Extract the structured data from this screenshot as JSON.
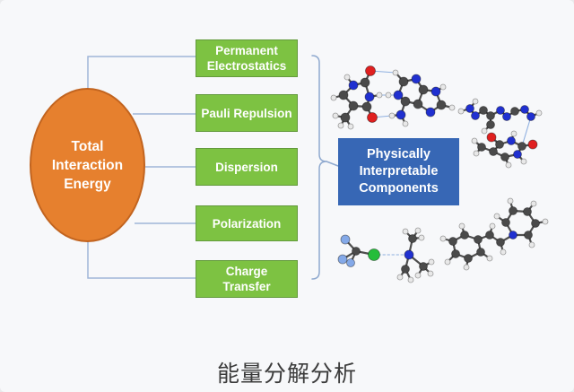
{
  "colors": {
    "background": "#f7f8fa",
    "ellipse_fill": "#e6802e",
    "ellipse_border": "#c2641f",
    "box_fill": "#7dc242",
    "box_border": "#639a3c",
    "blue_fill": "#3767b5",
    "connector": "#9fb6d8",
    "brace": "#8fa9cf",
    "caption_color": "#3b3b3b",
    "bond": "#4f4f4f",
    "hbond": "#8fb0e0"
  },
  "ellipse": {
    "label": "Total\nInteraction\nEnergy"
  },
  "boxes": [
    {
      "label": "Permanent\nElectrostatics"
    },
    {
      "label": "Pauli Repulsion"
    },
    {
      "label": "Dispersion"
    },
    {
      "label": "Polarization"
    },
    {
      "label": "Charge\nTransfer"
    }
  ],
  "result_box": {
    "label": "Physically\nInterpretable\nComponents"
  },
  "caption": "能量分解分析",
  "atom_colors": {
    "C": "#4a4a4a",
    "H": "#e8e8e8",
    "N": "#2030d0",
    "O": "#e02020",
    "F": "#84a9e8",
    "Cl": "#25bd3a"
  },
  "molecules": [
    {
      "name": "base-pair-hbonded-molecule",
      "hstyle": "solid",
      "atoms": [
        [
          387,
          86,
          3,
          "H"
        ],
        [
          394,
          95,
          5,
          "N"
        ],
        [
          407,
          92,
          5,
          "C"
        ],
        [
          413,
          79,
          5.5,
          "O"
        ],
        [
          383,
          106,
          5,
          "C"
        ],
        [
          372,
          109,
          3,
          "H"
        ],
        [
          412,
          108,
          5,
          "N"
        ],
        [
          423,
          106,
          3,
          "H"
        ],
        [
          394,
          118,
          5,
          "C"
        ],
        [
          385,
          131,
          5,
          "C"
        ],
        [
          374,
          129,
          3,
          "H"
        ],
        [
          380,
          140,
          3,
          "H"
        ],
        [
          391,
          141,
          3,
          "H"
        ],
        [
          409,
          119,
          5,
          "C"
        ],
        [
          415,
          131,
          5.5,
          "O"
        ],
        [
          433,
          106,
          3,
          "H"
        ],
        [
          441,
          81,
          3,
          "H"
        ],
        [
          437,
          129,
          3,
          "H"
        ],
        [
          444,
          106,
          5,
          "N"
        ],
        [
          450,
          91,
          5,
          "C"
        ],
        [
          464,
          88,
          5,
          "N"
        ],
        [
          472,
          100,
          5,
          "C"
        ],
        [
          466,
          116,
          5,
          "C"
        ],
        [
          452,
          113,
          5,
          "C"
        ],
        [
          447,
          128,
          5,
          "N"
        ],
        [
          452,
          138,
          3,
          "H"
        ],
        [
          486,
          102,
          5,
          "N"
        ],
        [
          494,
          97,
          3,
          "H"
        ],
        [
          492,
          117,
          5,
          "C"
        ],
        [
          504,
          120,
          3,
          "H"
        ],
        [
          480,
          125,
          5,
          "N"
        ]
      ],
      "bonds": [
        [
          0,
          1
        ],
        [
          1,
          2
        ],
        [
          2,
          3
        ],
        [
          1,
          4
        ],
        [
          4,
          5
        ],
        [
          2,
          6
        ],
        [
          6,
          7
        ],
        [
          6,
          13
        ],
        [
          13,
          8
        ],
        [
          8,
          4
        ],
        [
          8,
          9
        ],
        [
          9,
          10
        ],
        [
          9,
          11
        ],
        [
          9,
          12
        ],
        [
          13,
          14
        ],
        [
          18,
          19
        ],
        [
          19,
          20
        ],
        [
          20,
          21
        ],
        [
          21,
          22
        ],
        [
          22,
          23
        ],
        [
          23,
          18
        ],
        [
          19,
          16
        ],
        [
          21,
          26
        ],
        [
          26,
          27
        ],
        [
          26,
          28
        ],
        [
          28,
          29
        ],
        [
          28,
          30
        ],
        [
          30,
          22
        ],
        [
          23,
          24
        ],
        [
          24,
          25
        ],
        [
          24,
          17
        ]
      ],
      "hbonds": [
        [
          3,
          16
        ],
        [
          7,
          18
        ],
        [
          14,
          17
        ]
      ]
    },
    {
      "name": "stacked-base-pair-molecule",
      "hstyle": "solid",
      "atoms": [
        [
          514,
          124,
          3,
          "H"
        ],
        [
          524,
          121,
          4.5,
          "N"
        ],
        [
          530,
          129,
          4.5,
          "N"
        ],
        [
          539,
          123,
          4.5,
          "C"
        ],
        [
          547,
          129,
          4.5,
          "C"
        ],
        [
          558,
          123,
          4.5,
          "N"
        ],
        [
          565,
          130,
          4.5,
          "N"
        ],
        [
          574,
          124,
          4.5,
          "C"
        ],
        [
          585,
          122,
          4.5,
          "N"
        ],
        [
          592,
          130,
          4.5,
          "N"
        ],
        [
          601,
          126,
          3,
          "H"
        ],
        [
          530,
          113,
          3,
          "H"
        ],
        [
          547,
          139,
          4.5,
          "C"
        ],
        [
          540,
          146,
          3,
          "H"
        ],
        [
          548,
          153,
          5,
          "O"
        ],
        [
          557,
          161,
          4.5,
          "C"
        ],
        [
          570,
          157,
          4.5,
          "N"
        ],
        [
          573,
          149,
          3,
          "H"
        ],
        [
          582,
          163,
          4.5,
          "C"
        ],
        [
          594,
          161,
          5,
          "O"
        ],
        [
          577,
          172,
          4.5,
          "N"
        ],
        [
          584,
          180,
          3,
          "H"
        ],
        [
          563,
          175,
          4.5,
          "C"
        ],
        [
          567,
          184,
          3,
          "H"
        ],
        [
          550,
          169,
          4.5,
          "C"
        ],
        [
          537,
          164,
          4.5,
          "C"
        ],
        [
          529,
          157,
          3,
          "H"
        ],
        [
          531,
          171,
          3,
          "H"
        ]
      ],
      "bonds": [
        [
          0,
          1
        ],
        [
          1,
          2
        ],
        [
          2,
          3
        ],
        [
          3,
          4
        ],
        [
          4,
          5
        ],
        [
          5,
          6
        ],
        [
          6,
          7
        ],
        [
          7,
          8
        ],
        [
          8,
          9
        ],
        [
          9,
          10
        ],
        [
          1,
          11
        ],
        [
          4,
          12
        ],
        [
          12,
          13
        ],
        [
          14,
          15
        ],
        [
          15,
          16
        ],
        [
          16,
          17
        ],
        [
          16,
          18
        ],
        [
          18,
          19
        ],
        [
          18,
          20
        ],
        [
          20,
          21
        ],
        [
          20,
          22
        ],
        [
          22,
          23
        ],
        [
          22,
          24
        ],
        [
          24,
          25
        ],
        [
          25,
          26
        ],
        [
          25,
          27
        ],
        [
          24,
          15
        ]
      ],
      "hbonds": [
        [
          9,
          18
        ]
      ]
    },
    {
      "name": "halogen-bond-complex-molecule",
      "hstyle": "dashed",
      "atoms": [
        [
          385,
          267,
          5,
          "F"
        ],
        [
          382,
          289,
          5,
          "F"
        ],
        [
          391,
          293,
          4.5,
          "F"
        ],
        [
          397,
          280,
          4.5,
          "C"
        ],
        [
          417,
          284,
          6.5,
          "Cl"
        ],
        [
          456,
          284,
          5,
          "N"
        ],
        [
          460,
          266,
          4.5,
          "C"
        ],
        [
          452,
          258,
          3,
          "H"
        ],
        [
          466,
          257,
          3,
          "H"
        ],
        [
          470,
          265,
          3,
          "H"
        ],
        [
          472,
          297,
          4.5,
          "C"
        ],
        [
          481,
          292,
          3,
          "H"
        ],
        [
          480,
          305,
          3,
          "H"
        ],
        [
          466,
          307,
          3,
          "H"
        ],
        [
          452,
          300,
          4.5,
          "C"
        ],
        [
          446,
          309,
          3,
          "H"
        ],
        [
          458,
          312,
          3,
          "H"
        ]
      ],
      "bonds": [
        [
          0,
          3
        ],
        [
          1,
          3
        ],
        [
          2,
          3
        ],
        [
          3,
          4
        ],
        [
          5,
          6
        ],
        [
          6,
          7
        ],
        [
          6,
          8
        ],
        [
          6,
          9
        ],
        [
          5,
          10
        ],
        [
          10,
          11
        ],
        [
          10,
          12
        ],
        [
          10,
          13
        ],
        [
          5,
          14
        ],
        [
          14,
          15
        ],
        [
          14,
          16
        ]
      ],
      "hbonds": [
        [
          4,
          5
        ]
      ]
    },
    {
      "name": "benzene-pyridine-molecule",
      "hstyle": "solid",
      "atoms": [
        [
          518,
          262,
          4.5,
          "C"
        ],
        [
          505,
          269,
          4.5,
          "C"
        ],
        [
          508,
          283,
          4.5,
          "C"
        ],
        [
          522,
          288,
          4.5,
          "C"
        ],
        [
          536,
          281,
          4.5,
          "C"
        ],
        [
          533,
          267,
          4.5,
          "C"
        ],
        [
          515,
          252,
          3,
          "H"
        ],
        [
          494,
          266,
          3,
          "H"
        ],
        [
          499,
          292,
          3,
          "H"
        ],
        [
          520,
          298,
          3,
          "H"
        ],
        [
          546,
          288,
          3,
          "H"
        ],
        [
          546,
          262,
          4.5,
          "C"
        ],
        [
          549,
          252,
          3,
          "H"
        ],
        [
          558,
          270,
          4.5,
          "C"
        ],
        [
          561,
          281,
          3,
          "H"
        ],
        [
          572,
          262,
          4.5,
          "N"
        ],
        [
          564,
          248,
          4.5,
          "C"
        ],
        [
          554,
          241,
          3,
          "H"
        ],
        [
          572,
          235,
          4.5,
          "C"
        ],
        [
          569,
          224,
          3,
          "H"
        ],
        [
          588,
          236,
          4.5,
          "C"
        ],
        [
          595,
          227,
          3,
          "H"
        ],
        [
          597,
          249,
          4.5,
          "C"
        ],
        [
          608,
          247,
          3,
          "H"
        ],
        [
          589,
          262,
          4.5,
          "C"
        ],
        [
          593,
          273,
          3,
          "H"
        ]
      ],
      "bonds": [
        [
          0,
          1
        ],
        [
          1,
          2
        ],
        [
          2,
          3
        ],
        [
          3,
          4
        ],
        [
          4,
          5
        ],
        [
          5,
          0
        ],
        [
          0,
          6
        ],
        [
          1,
          7
        ],
        [
          2,
          8
        ],
        [
          3,
          9
        ],
        [
          4,
          10
        ],
        [
          5,
          11
        ],
        [
          11,
          12
        ],
        [
          11,
          13
        ],
        [
          13,
          14
        ],
        [
          13,
          15
        ],
        [
          15,
          16
        ],
        [
          16,
          18
        ],
        [
          18,
          20
        ],
        [
          20,
          22
        ],
        [
          22,
          24
        ],
        [
          24,
          15
        ],
        [
          16,
          17
        ],
        [
          18,
          19
        ],
        [
          20,
          21
        ],
        [
          22,
          23
        ],
        [
          24,
          25
        ]
      ],
      "hbonds": []
    }
  ]
}
